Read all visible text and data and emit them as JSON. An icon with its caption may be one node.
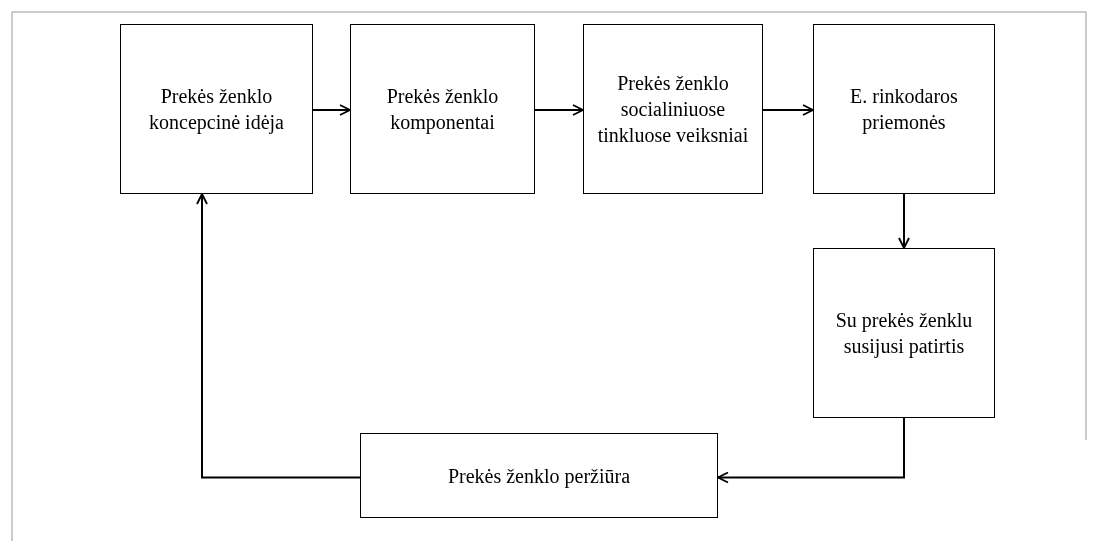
{
  "diagram": {
    "nodes": [
      {
        "text": [
          "Prekės ženklo koncepcinė idėja"
        ]
      },
      {
        "text": [
          "Prekės ženklo komponentai"
        ]
      },
      {
        "text": [
          "Prekės ženklo socialiniuose tinkluose veiksniai"
        ]
      },
      {
        "text": [
          "E. rinkodaros priemonės"
        ]
      },
      {
        "text": [
          "Su prekės ženklu susijusi patirtis"
        ]
      },
      {
        "text": [
          "Prekės ženklo peržiūra"
        ]
      }
    ],
    "edges": [
      {
        "from": 0,
        "to": 1,
        "arrow": "to"
      },
      {
        "from": 1,
        "to": 2,
        "arrow": "to"
      },
      {
        "from": 2,
        "to": 3,
        "arrow": "to"
      },
      {
        "from": 3,
        "to": 4,
        "arrow": "to"
      },
      {
        "from": 4,
        "to": 5,
        "arrow": "to"
      },
      {
        "from": 5,
        "to": 0,
        "arrow": "to"
      }
    ]
  }
}
